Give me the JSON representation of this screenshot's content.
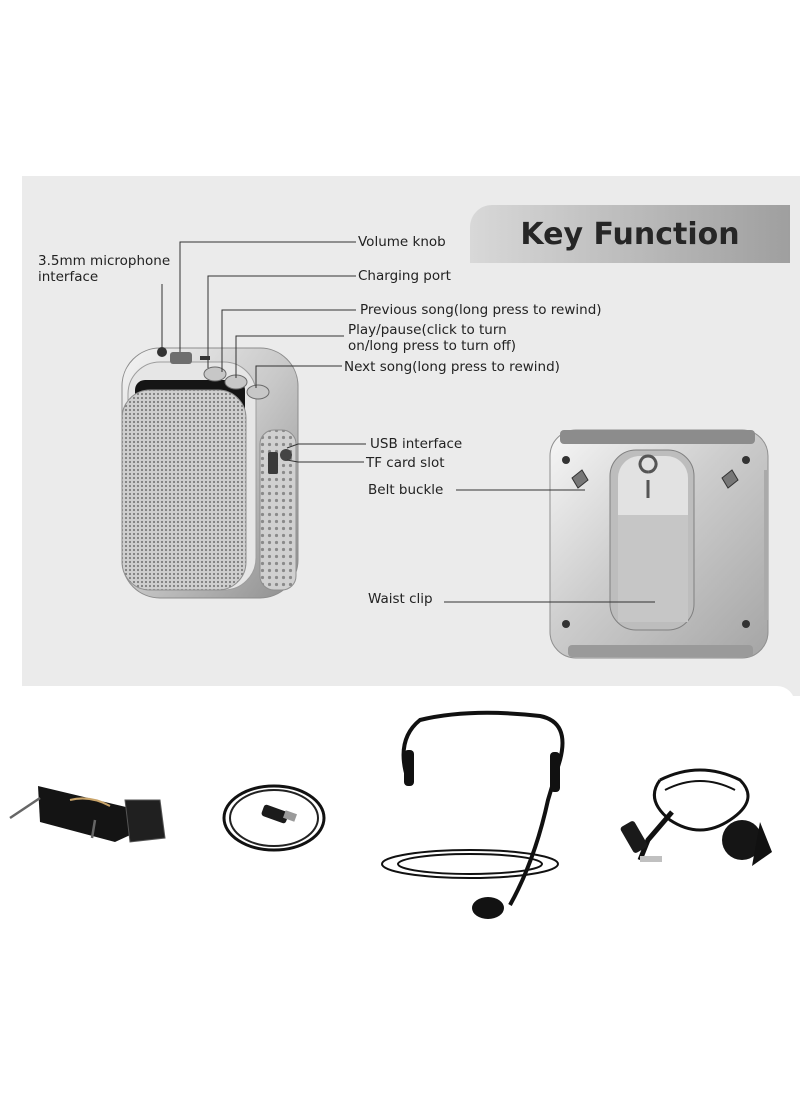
{
  "banner": {
    "title": "Key Function"
  },
  "labels": {
    "mic_interface": "3.5mm microphone interface",
    "volume_knob": "Volume knob",
    "charging_port": "Charging port",
    "previous_song": "Previous song(long press to rewind)",
    "play_pause": "Play/pause(click to turn on/long press to turn off)",
    "next_song": "Next song(long press to rewind)",
    "usb_interface": "USB interface",
    "tf_card_slot": "TF card slot",
    "belt_buckle": "Belt buckle",
    "waist_clip": "Waist clip"
  },
  "colors": {
    "banner_dark": "#9f9f9f",
    "banner_light": "#d8d8d8",
    "panel": "#ebebeb",
    "led_display": "#e0261b",
    "speaker_body": "#c9c9c9",
    "accessory": "#111111"
  },
  "accessories": [
    "strap-icon",
    "usb-cable-icon",
    "headset-microphone-icon",
    "lavalier-microphone-icon"
  ]
}
